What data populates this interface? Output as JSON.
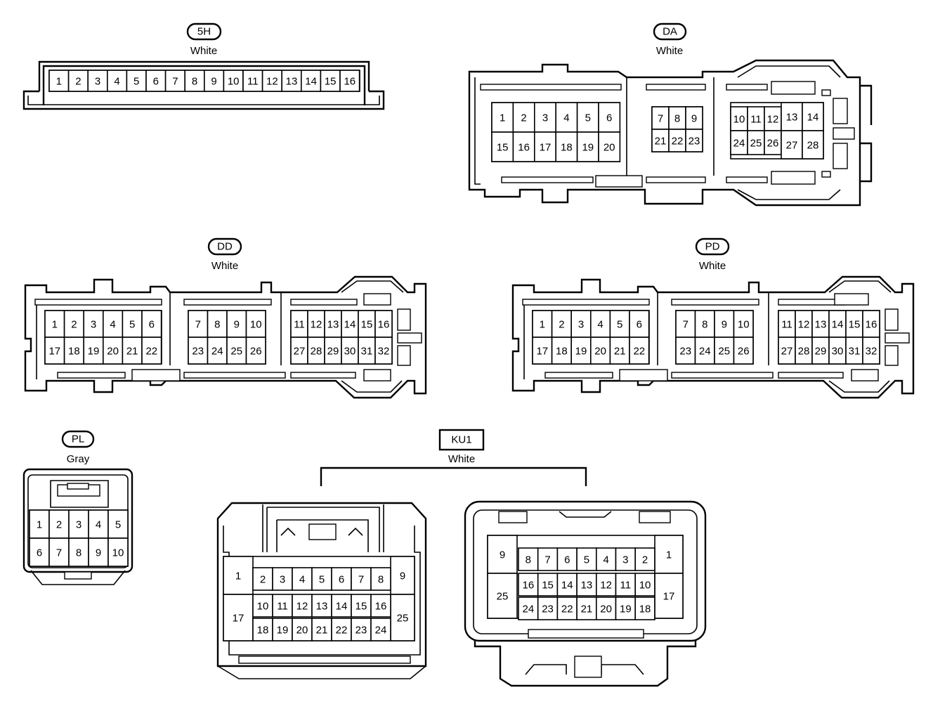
{
  "connectors": [
    {
      "id": "5H",
      "color": "White",
      "tag_shape": "pill",
      "pins": [
        "1",
        "2",
        "3",
        "4",
        "5",
        "6",
        "7",
        "8",
        "9",
        "10",
        "11",
        "12",
        "13",
        "14",
        "15",
        "16"
      ]
    },
    {
      "id": "DA",
      "color": "White",
      "tag_shape": "pill",
      "pins": [
        "1",
        "2",
        "3",
        "4",
        "5",
        "6",
        "7",
        "8",
        "9",
        "10",
        "11",
        "12",
        "13",
        "14",
        "15",
        "16",
        "17",
        "18",
        "19",
        "20",
        "21",
        "22",
        "23",
        "24",
        "25",
        "26",
        "27",
        "28"
      ]
    },
    {
      "id": "DD",
      "color": "White",
      "tag_shape": "pill",
      "pins": [
        "1",
        "2",
        "3",
        "4",
        "5",
        "6",
        "7",
        "8",
        "9",
        "10",
        "11",
        "12",
        "13",
        "14",
        "15",
        "16",
        "17",
        "18",
        "19",
        "20",
        "21",
        "22",
        "23",
        "24",
        "25",
        "26",
        "27",
        "28",
        "29",
        "30",
        "31",
        "32"
      ]
    },
    {
      "id": "PD",
      "color": "White",
      "tag_shape": "pill",
      "pins": [
        "1",
        "2",
        "3",
        "4",
        "5",
        "6",
        "7",
        "8",
        "9",
        "10",
        "11",
        "12",
        "13",
        "14",
        "15",
        "16",
        "17",
        "18",
        "19",
        "20",
        "21",
        "22",
        "23",
        "24",
        "25",
        "26",
        "27",
        "28",
        "29",
        "30",
        "31",
        "32"
      ]
    },
    {
      "id": "PL",
      "color": "Gray",
      "tag_shape": "pill",
      "pins": [
        "1",
        "2",
        "3",
        "4",
        "5",
        "6",
        "7",
        "8",
        "9",
        "10"
      ]
    },
    {
      "id": "KU1",
      "color": "White",
      "tag_shape": "box",
      "parts": 2,
      "pins": [
        "1",
        "2",
        "3",
        "4",
        "5",
        "6",
        "7",
        "8",
        "9",
        "10",
        "11",
        "12",
        "13",
        "14",
        "15",
        "16",
        "17",
        "18",
        "19",
        "20",
        "21",
        "22",
        "23",
        "24",
        "25"
      ]
    }
  ]
}
